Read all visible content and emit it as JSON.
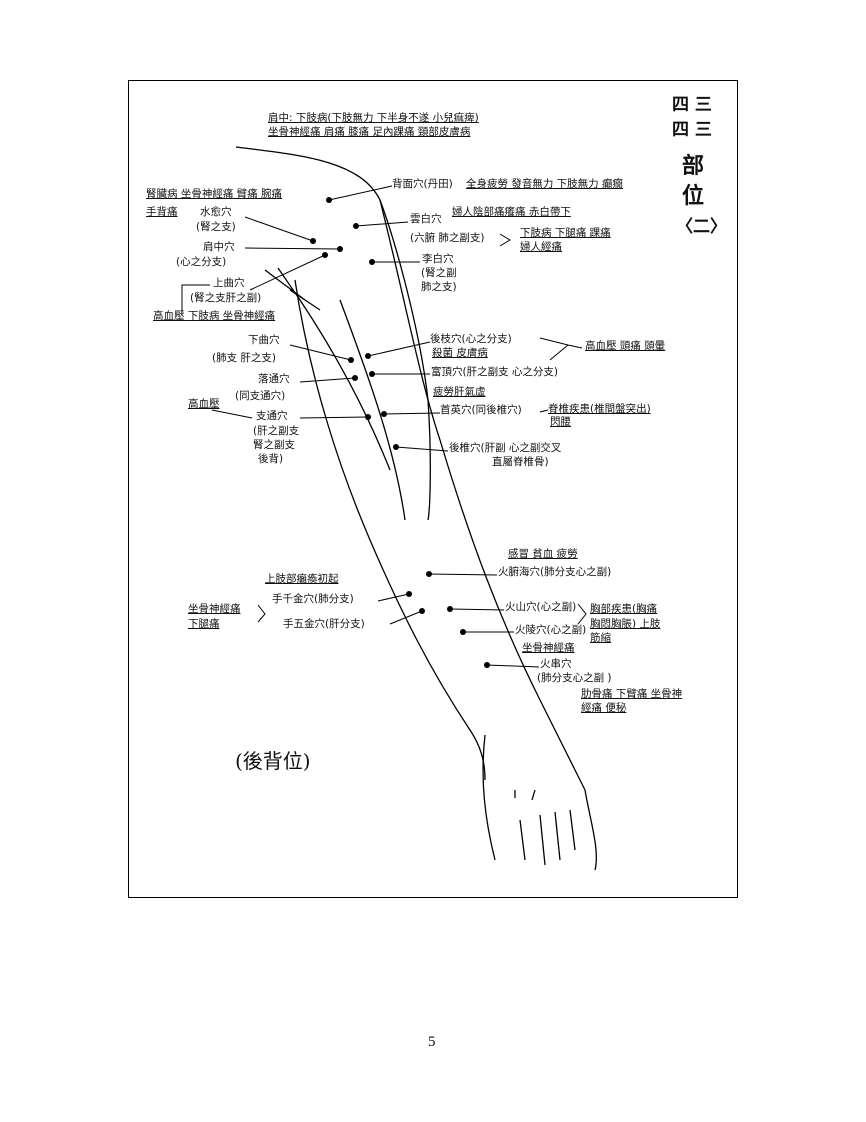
{
  "title": {
    "line1": "四 三",
    "line2": "四 三",
    "line3": "部",
    "line4": "位",
    "line5": "〈二〉"
  },
  "view_label": "(後背位)",
  "page_number": "5",
  "labels": [
    {
      "text": "肩中: 下肢病(下肢無力 下半身不遂 小兒痲痺)",
      "u": true
    },
    {
      "text": "坐骨神經痛 肩痛 膝痛 足內踝痛 頸部皮膚病",
      "u": true
    },
    {
      "text": "背面穴(丹田)",
      "u": false
    },
    {
      "text": "全身疲勞 發音無力 下肢無力 癲癇",
      "u": true
    },
    {
      "text": "腎臟病 坐骨神經痛 臂痛 腕痛",
      "u": true
    },
    {
      "text": "手背痛",
      "u": true
    },
    {
      "text": "水愈穴",
      "u": false
    },
    {
      "text": "(腎之支)",
      "u": false
    },
    {
      "text": "肩中穴",
      "u": false
    },
    {
      "text": "(心之分支)",
      "u": false
    },
    {
      "text": "雲白穴",
      "u": false
    },
    {
      "text": "婦人陰部痛癢痛 赤白帶下",
      "u": true
    },
    {
      "text": "(六腑 肺之副支)",
      "u": false
    },
    {
      "text": "下肢病 下腿痛 踝痛",
      "u": true
    },
    {
      "text": "婦人經痛",
      "u": true
    },
    {
      "text": "李白穴",
      "u": false
    },
    {
      "text": "(腎之副",
      "u": false
    },
    {
      "text": "肺之支)",
      "u": false
    },
    {
      "text": "上曲穴",
      "u": false
    },
    {
      "text": "(腎之支肝之副)",
      "u": false
    },
    {
      "text": "高血壓 下肢病 坐骨神經痛",
      "u": true
    },
    {
      "text": "下曲穴",
      "u": false
    },
    {
      "text": "(肺支 肝之支)",
      "u": false
    },
    {
      "text": "後枝穴(心之分支)",
      "u": false
    },
    {
      "text": "殺菌 皮膚病",
      "u": true
    },
    {
      "text": "高血壓 頭痛 頭暈",
      "u": true
    },
    {
      "text": "落通穴",
      "u": false
    },
    {
      "text": "富頂穴(肝之副支 心之分支)",
      "u": false
    },
    {
      "text": "(同支通穴)",
      "u": false
    },
    {
      "text": "疲勞肝氣虛",
      "u": true
    },
    {
      "text": "高血壓",
      "u": true
    },
    {
      "text": "支通穴",
      "u": false
    },
    {
      "text": "首英穴(同後椎穴)",
      "u": false
    },
    {
      "text": "脊椎疾患(椎間盤突出)",
      "u": true
    },
    {
      "text": "閃腰",
      "u": true
    },
    {
      "text": "(肝之副支",
      "u": false
    },
    {
      "text": "腎之副支",
      "u": false
    },
    {
      "text": "後背)",
      "u": false
    },
    {
      "text": "後椎穴(肝副 心之副交叉",
      "u": false
    },
    {
      "text": "直屬脊椎骨)",
      "u": false
    },
    {
      "text": "感冒 貧血 疲勞",
      "u": true
    },
    {
      "text": "上肢部癱瘓初起",
      "u": true
    },
    {
      "text": "火腑海穴(肺分支心之副)",
      "u": false
    },
    {
      "text": "手千金穴(肺分支)",
      "u": false
    },
    {
      "text": "坐骨神經痛",
      "u": true
    },
    {
      "text": "下腿痛",
      "u": true
    },
    {
      "text": "火山穴(心之副)",
      "u": false
    },
    {
      "text": "胸部疾患(胸痛",
      "u": true
    },
    {
      "text": "胸悶胸脹) 上肢",
      "u": true
    },
    {
      "text": "筋縮",
      "u": true
    },
    {
      "text": "手五金穴(肝分支)",
      "u": false
    },
    {
      "text": "火陵穴(心之副)",
      "u": false
    },
    {
      "text": "坐骨神經痛",
      "u": true
    },
    {
      "text": "火串穴",
      "u": false
    },
    {
      "text": "(肺分支心之副 )",
      "u": false
    },
    {
      "text": "肋骨痛 下臂痛 坐骨神",
      "u": true
    },
    {
      "text": "經痛 便秘",
      "u": true
    }
  ]
}
